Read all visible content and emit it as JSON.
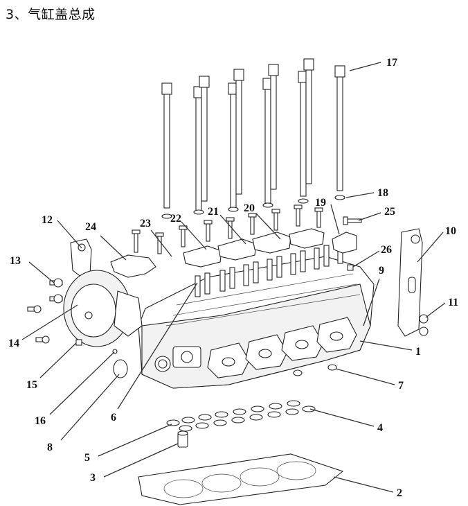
{
  "title": "3、气缸盖总成",
  "labels": [
    "1",
    "2",
    "3",
    "4",
    "5",
    "6",
    "7",
    "8",
    "9",
    "10",
    "11",
    "12",
    "13",
    "14",
    "15",
    "16",
    "17",
    "18",
    "19",
    "20",
    "21",
    "22",
    "23",
    "24",
    "25",
    "26"
  ]
}
